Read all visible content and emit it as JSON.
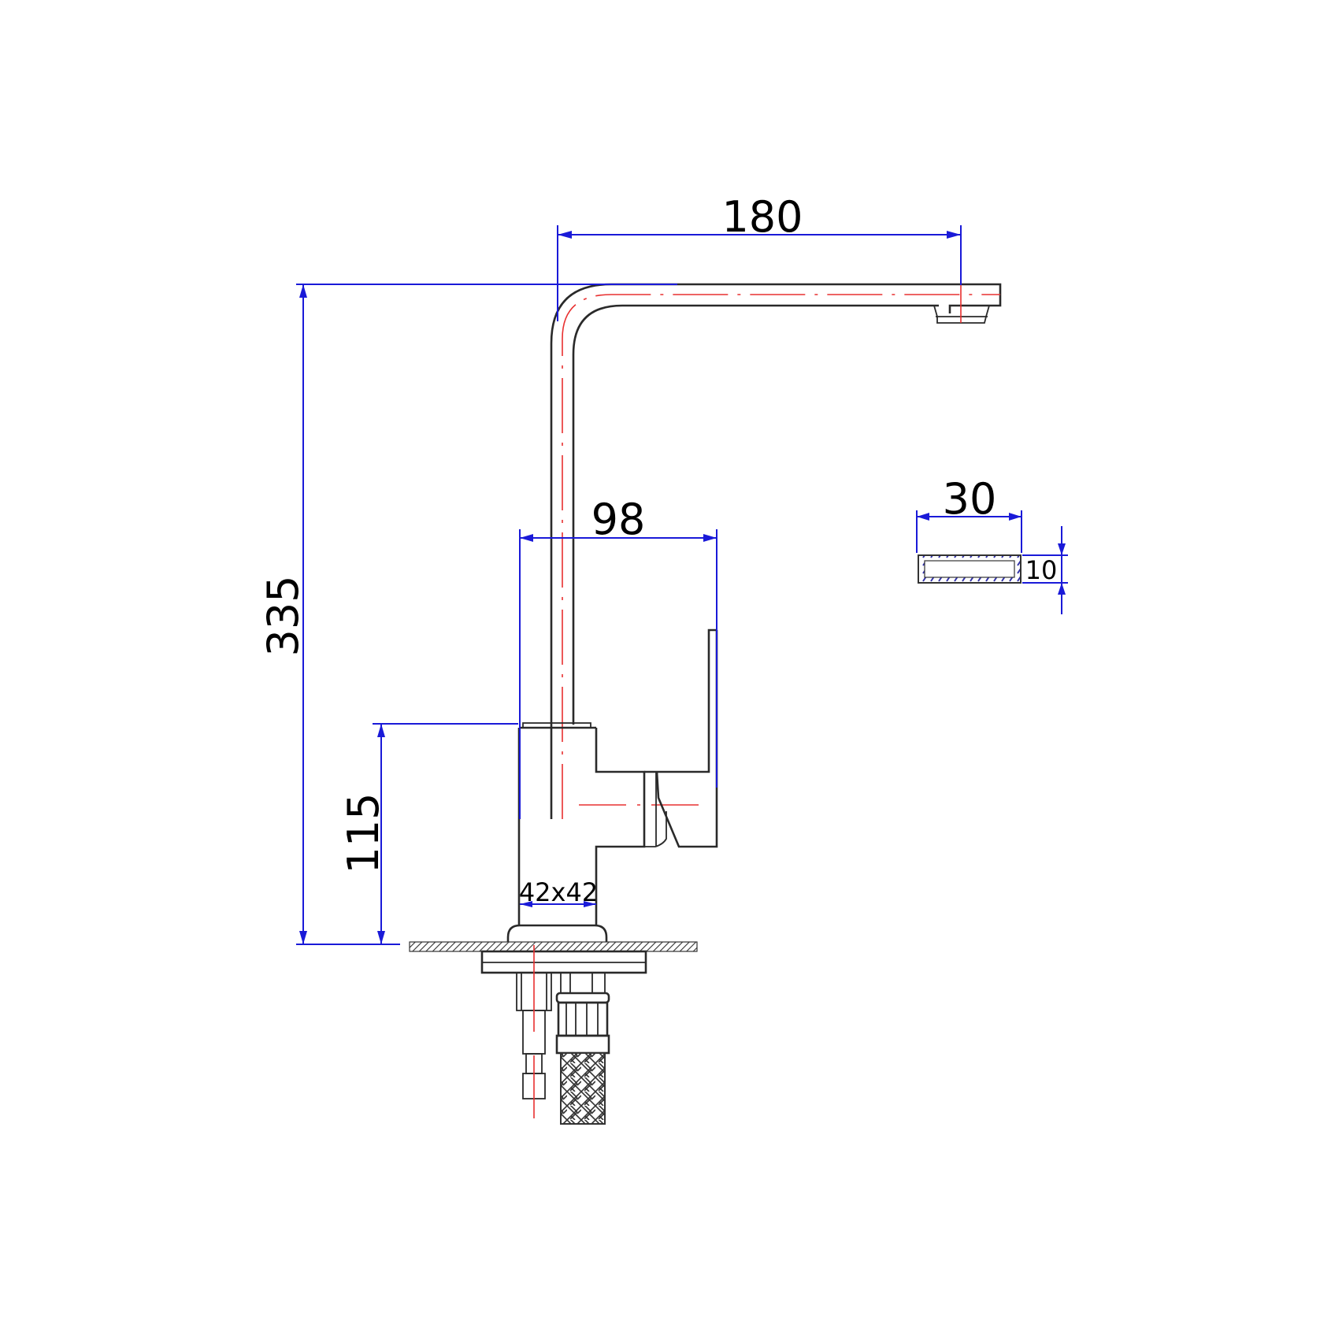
{
  "drawing": {
    "subject": "Kitchen faucet technical dimension drawing",
    "colors": {
      "outline": "#2a2a2a",
      "dimension_lines": "#1a1ad8",
      "center_lines": "#e83030",
      "text": "#000000",
      "background": "#ffffff"
    },
    "dimensions": {
      "spout_reach": {
        "value": "180",
        "orientation": "horizontal"
      },
      "total_height": {
        "value": "335",
        "orientation": "vertical"
      },
      "handle_reach": {
        "value": "98",
        "orientation": "horizontal"
      },
      "body_height": {
        "value": "115",
        "orientation": "vertical"
      },
      "body_section": {
        "value": "42x42",
        "orientation": "horizontal"
      },
      "spout_section_width": {
        "value": "30",
        "orientation": "horizontal"
      },
      "spout_section_height": {
        "value": "10",
        "orientation": "vertical"
      }
    },
    "parts": [
      "spout",
      "aerator",
      "faucet-body",
      "lever-handle",
      "base-flange",
      "countertop",
      "mounting-plate",
      "threaded-stud",
      "braided-hose",
      "spout-cross-section"
    ]
  }
}
